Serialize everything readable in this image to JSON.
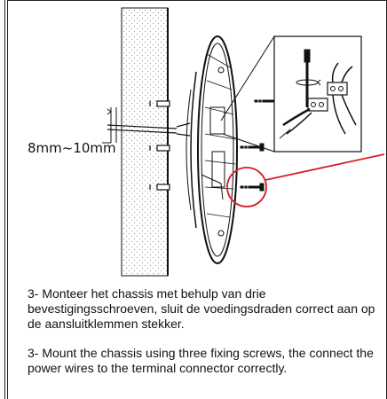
{
  "illustration": {
    "dimension_label": "8mm~10mm"
  },
  "captions": {
    "dutch": "3- Monteer het chassis met behulp van drie bevestigingsschroeven, sluit de voedingsdraden correct aan op de aansluitklemmen stekker.",
    "english": "3- Mount the chassis using three fixing screws, the connect the power wires to the terminal connector correctly."
  },
  "colors": {
    "line": "#111111",
    "highlight_circle": "#d81e28",
    "wall_dots": "#9a9a9a"
  }
}
